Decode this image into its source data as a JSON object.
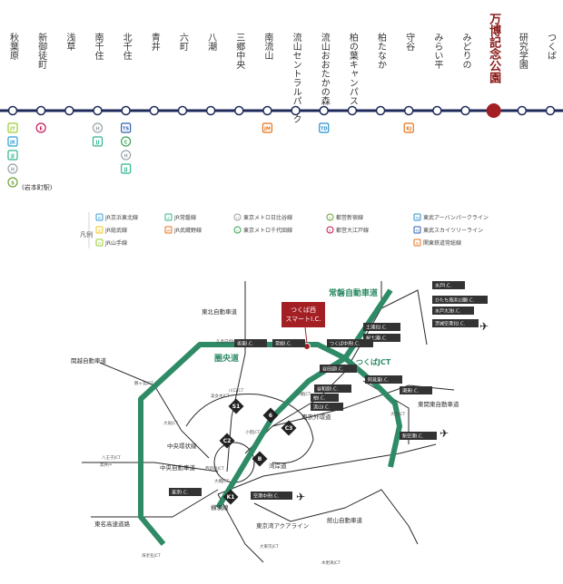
{
  "rail": {
    "stations": [
      {
        "name": "秋葉原",
        "lines": [
          "JY",
          "JK",
          "JJ",
          "H",
          "S"
        ]
      },
      {
        "name": "新御徒町",
        "lines": [
          "E"
        ]
      },
      {
        "name": "浅草",
        "lines": []
      },
      {
        "name": "南千住",
        "lines": [
          "H",
          "JJ"
        ]
      },
      {
        "name": "北千住",
        "lines": [
          "TS",
          "C",
          "H",
          "JJ"
        ]
      },
      {
        "name": "青井",
        "lines": []
      },
      {
        "name": "六町",
        "lines": []
      },
      {
        "name": "八潮",
        "lines": []
      },
      {
        "name": "三郷中央",
        "lines": []
      },
      {
        "name": "南流山",
        "lines": [
          "JM"
        ]
      },
      {
        "name": "流山セントラルパーク",
        "lines": []
      },
      {
        "name": "流山おおたかの森",
        "lines": [
          "TD"
        ]
      },
      {
        "name": "柏の葉キャンパス",
        "lines": []
      },
      {
        "name": "柏たなか",
        "lines": []
      },
      {
        "name": "守谷",
        "lines": [
          "KJ"
        ]
      },
      {
        "name": "みらい平",
        "lines": []
      },
      {
        "name": "みどりの",
        "lines": []
      },
      {
        "name": "万博記念公園",
        "lines": [],
        "highlight": true
      },
      {
        "name": "研究学園",
        "lines": []
      },
      {
        "name": "つくば",
        "lines": []
      }
    ],
    "akihabara_note": "(岩本町駅)",
    "line_color": "#1f2a5a",
    "highlight_color": "#a31f24"
  },
  "legend": {
    "title": "凡例",
    "items": [
      {
        "code": "JK",
        "label": "JR京浜東北線",
        "color": "#2f9fd8"
      },
      {
        "code": "JJ",
        "label": "JR常磐線",
        "color": "#2fb590"
      },
      {
        "code": "H",
        "label": "東京メトロ日比谷線",
        "color": "#9aa3a8"
      },
      {
        "code": "S",
        "label": "都営新宿線",
        "color": "#6aa336"
      },
      {
        "code": "TD",
        "label": "東武アーバンパークライン",
        "color": "#2a8fcf"
      },
      {
        "code": "JB",
        "label": "JR総武線",
        "color": "#f2c419"
      },
      {
        "code": "JM",
        "label": "JR武蔵野線",
        "color": "#e6721a"
      },
      {
        "code": "C",
        "label": "東京メトロ千代田線",
        "color": "#3aa556"
      },
      {
        "code": "E",
        "label": "都営大江戸線",
        "color": "#c1185a"
      },
      {
        "code": "TS",
        "label": "東武スカイツリーライン",
        "color": "#2f5fae"
      },
      {
        "code": "JY",
        "label": "JR山手線",
        "color": "#9acd32"
      },
      {
        "code": "KJ",
        "label": "関東鉄道常総線",
        "color": "#e6721a"
      }
    ]
  },
  "road_map": {
    "highlight_box": "つくば西\nスマートI.C.",
    "expressways": [
      {
        "label": "常磐自動車道"
      },
      {
        "label": "圏央道"
      },
      {
        "label": "つくばJCT"
      },
      {
        "label": "東北自動車道"
      },
      {
        "label": "関越自動車道"
      },
      {
        "label": "中央環状線"
      },
      {
        "label": "中央自動車道"
      },
      {
        "label": "東名高速道路"
      },
      {
        "label": "東京外環道"
      },
      {
        "label": "湾岸道"
      },
      {
        "label": "横羽線"
      },
      {
        "label": "東京湾アクアライン"
      },
      {
        "label": "館山自動車道"
      },
      {
        "label": "東関東自動車道"
      }
    ],
    "interchanges": [
      {
        "label": "水戸I.C."
      },
      {
        "label": "ひたち海浜公園I.C."
      },
      {
        "label": "水戸大洗I.C."
      },
      {
        "label": "茨城空港北I.C."
      },
      {
        "label": "土浦北I.C."
      },
      {
        "label": "桜土浦I.C."
      },
      {
        "label": "つくば中央I.C."
      },
      {
        "label": "常総I.C."
      },
      {
        "label": "坂東I.C."
      },
      {
        "label": "阿見東I.C."
      },
      {
        "label": "谷田部I.C."
      },
      {
        "label": "谷和原I.C."
      },
      {
        "label": "柏I.C."
      },
      {
        "label": "流山I.C."
      },
      {
        "label": "潮来I.C."
      },
      {
        "label": "新空港I.C."
      },
      {
        "label": "東京I.C."
      },
      {
        "label": "空港中央I.C."
      }
    ],
    "junctions": [
      "久喜白岡JCT",
      "鶴ヶ島JCT",
      "川口JCT",
      "美女木JCT",
      "三郷JCT",
      "小菅JCT",
      "八王子JCT",
      "大泉JCT",
      "高井戸",
      "大橋JCT",
      "西新宿JCT",
      "大栄JCT",
      "海老名JCT",
      "木更津JCT",
      "大東京JCT"
    ],
    "route_numbers": [
      "S1",
      "6",
      "C3",
      "C2",
      "B",
      "K1"
    ],
    "colors": {
      "ken_o": "#2e8b66",
      "road": "#222222",
      "ic_box": "#333333",
      "highlight": "#a31f24"
    }
  }
}
